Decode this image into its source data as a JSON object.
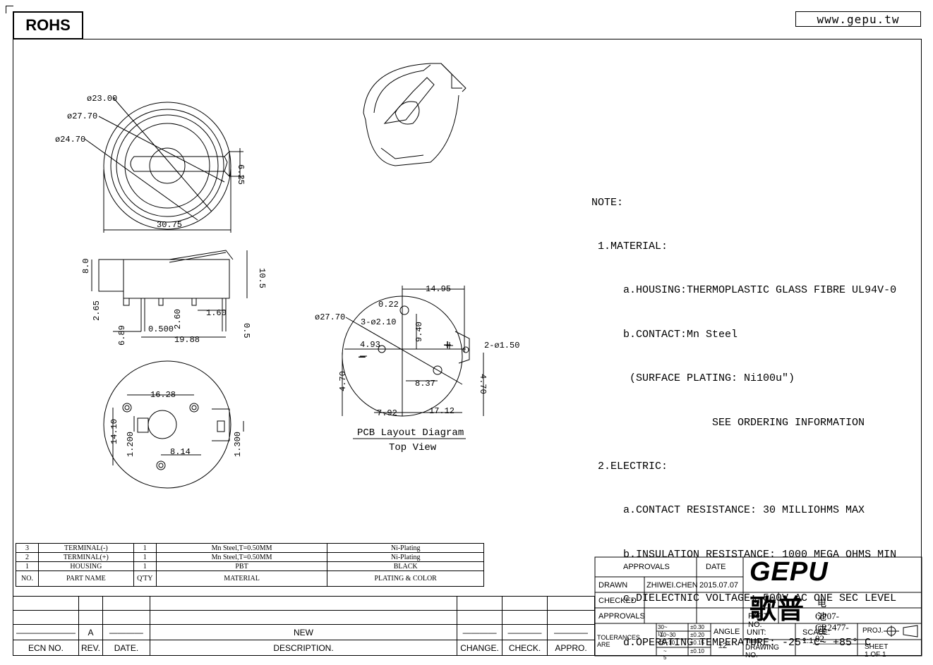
{
  "header": {
    "rohs": "ROHS",
    "website": "www.gepu.tw"
  },
  "views": {
    "top": {
      "d1": "ø23.00",
      "d2": "ø27.70",
      "d3": "ø24.70",
      "w": "30.75",
      "h": "6.25"
    },
    "side": {
      "h1": "8.0",
      "h2": "10.5",
      "a": "2.65",
      "b": "2.60",
      "c": "1.60",
      "d": "0.5",
      "e": "6.89",
      "f": "0.500",
      "g": "19.88"
    },
    "bottom": {
      "a": "16.28",
      "b": "14.10",
      "c": "1.200",
      "d": "8.14",
      "e": "1.300"
    },
    "pcb": {
      "a": "14.95",
      "b": "0.22",
      "c": "3-ø2.10",
      "d": "ø27.70",
      "e": "9.40",
      "f": "4.93",
      "g": "2-ø1.50",
      "h": "8.37",
      "i": "4.70",
      "j": "4.70",
      "k": "7.92",
      "l": "17.12",
      "plus": "+",
      "minus": "−",
      "caption": "PCB Layout Diagram",
      "subcaption": "Top View"
    }
  },
  "notes": [
    "NOTE:",
    " 1.MATERIAL:",
    "     a.HOUSING:THERMOPLASTIC GLASS FIBRE UL94V-0",
    "     b.CONTACT:Mn Steel",
    "      (SURFACE PLATING: Ni100u\")",
    "                   SEE ORDERING INFORMATION",
    " 2.ELECTRIC:",
    "     a.CONTACT RESISTANCE: 30 MILLIOHMS MAX",
    "     b.INSULATION RESISTANCE: 1000 MEGA OHMS MIN",
    "     c.DIELECTNIC VOLTAGE: 500V AC ONE SEC LEVEL",
    "     d.OPERATING TEMPERATURE: -25° C~ +85° C"
  ],
  "bom": {
    "rows": [
      {
        "no": "3",
        "name": "TERMINAL(-)",
        "qty": "1",
        "material": "Mn Steel,T=0.50MM",
        "plating": "Ni-Plating"
      },
      {
        "no": "2",
        "name": "TERMINAL(+)",
        "qty": "1",
        "material": "Mn Steel,T=0.50MM",
        "plating": "Ni-Plating"
      },
      {
        "no": "1",
        "name": "HOUSING",
        "qty": "1",
        "material": "PBT",
        "plating": "BLACK"
      }
    ],
    "headers": {
      "no": "NO.",
      "name": "PART NAME",
      "qty": "Q'TY",
      "material": "MATERIAL",
      "plating": "PLATING & COLOR"
    }
  },
  "revision": {
    "row": {
      "rev": "A",
      "desc": "NEW"
    },
    "headers": {
      "ecn": "ECN NO.",
      "rev": "REV.",
      "date": "DATE.",
      "desc": "DESCRIPTION.",
      "change": "CHANGE.",
      "check": "CHECK.",
      "appro": "APPRO."
    }
  },
  "title_block": {
    "approvals": "APPROVALS",
    "date": "DATE",
    "drawn": "DRAWN",
    "drawn_by": "ZHIWEI.CHEN",
    "drawn_date": "2015.07.07",
    "checked": "CHECKED",
    "approvals2": "APPROVALS",
    "tolerances": "TOLERANCES ARE",
    "tol_rows": [
      {
        "range": "30~以上",
        "tol": "±0.30"
      },
      {
        "range": "10~30",
        "tol": "±0.20"
      },
      {
        "range": "5~10",
        "tol": "±0.15"
      },
      {
        "range": "~ 5",
        "tol": "±0.10"
      }
    ],
    "angle": "ANGLE",
    "angle_tol": "±2°",
    "logo": "GEPU",
    "logo_cn": "歌普",
    "title_label": "TITLE:",
    "title": "电池座",
    "part_label": "PART NO.",
    "part_no": "GP07-CR2477-02",
    "unit": "UNIT: mm",
    "scale": "SCALE:  1:1",
    "proj": "PROJ.",
    "drawing_no": "DRAWING NO.",
    "sheet": "SHEET  1 OF 1"
  }
}
